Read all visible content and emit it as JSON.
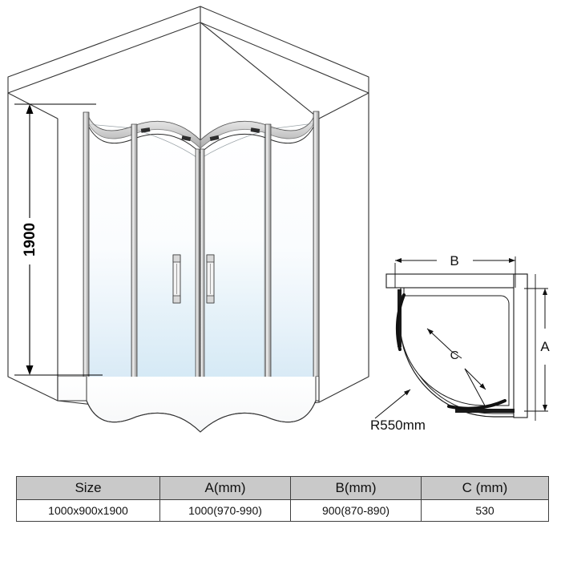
{
  "product": {
    "type": "quadrant-shower-enclosure",
    "views": [
      "isometric",
      "plan"
    ]
  },
  "isometric_view": {
    "height_dimension_label": "1900",
    "glass_tint_top": "#ffffff",
    "glass_tint_bottom": "#cfe6f4",
    "outline_color": "#333333",
    "frame_color": "#b8b8b8"
  },
  "plan_view": {
    "dim_b_label": "B",
    "dim_a_label": "A",
    "dim_c_label": "C",
    "radius_label": "R550mm",
    "outline_color": "#1a1a1a"
  },
  "spec_table": {
    "headers": [
      "Size",
      "A(mm)",
      "B(mm)",
      "C (mm)"
    ],
    "rows": [
      [
        "1000x900x1900",
        "1000(970-990)",
        "900(870-890)",
        "530"
      ]
    ],
    "header_bg": "#c9c9c9",
    "border_color": "#3f3f3f"
  }
}
